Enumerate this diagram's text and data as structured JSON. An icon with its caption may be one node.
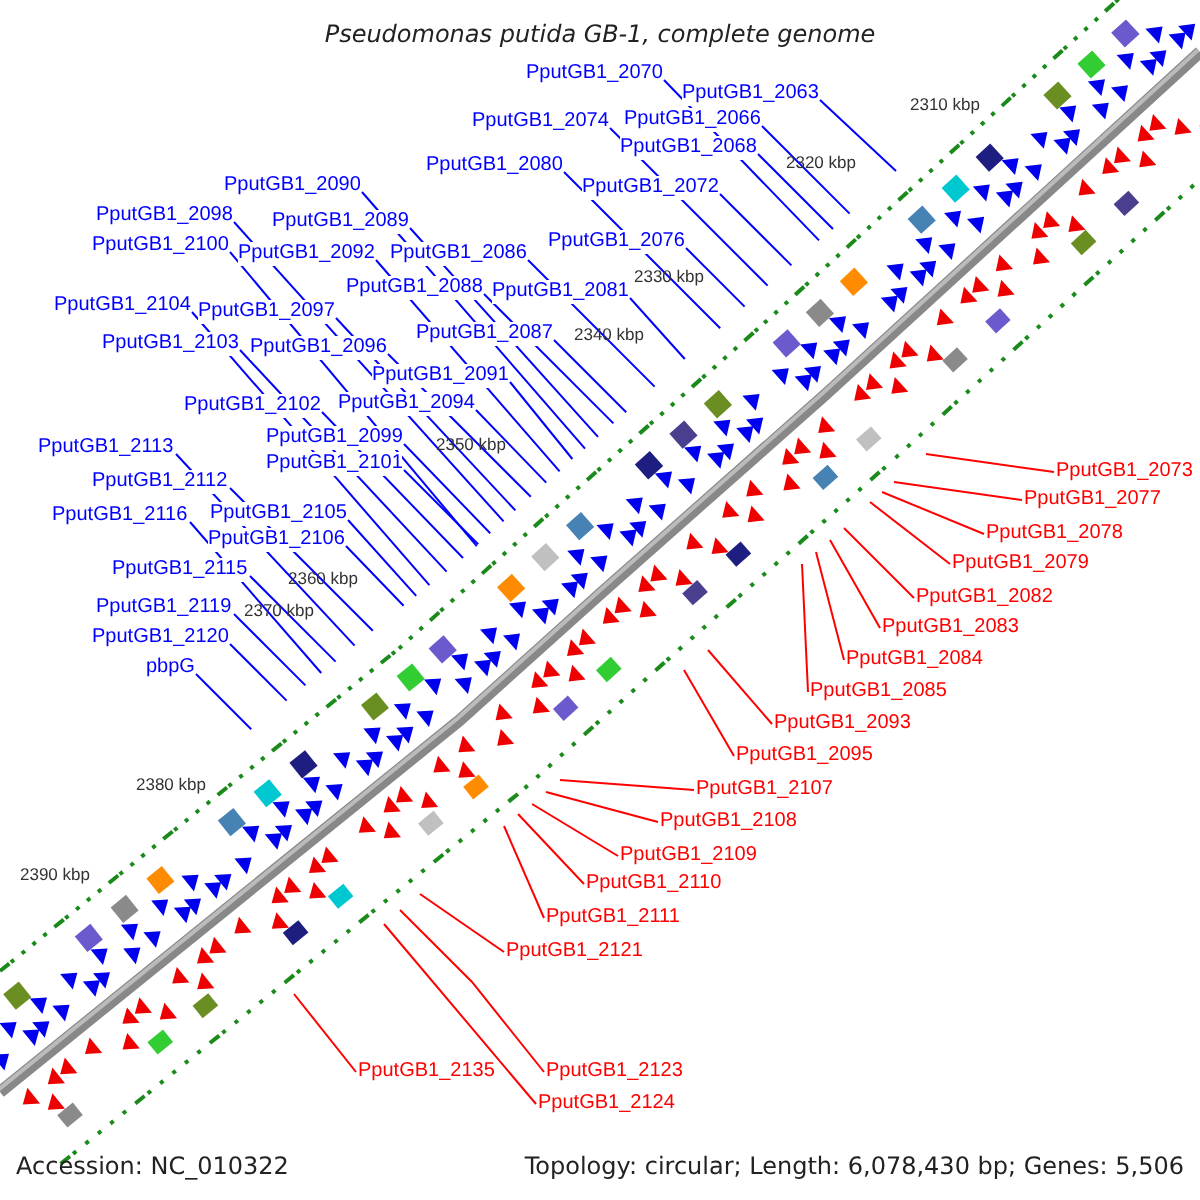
{
  "diagram": {
    "title": "Pseudomonas putida GB-1, complete genome",
    "nodes": [
      {
        "text": [
          "PputGB1_2070"
        ]
      },
      {
        "text": [
          "PputGB1_2063"
        ]
      },
      {
        "text": [
          "PputGB1_2074"
        ]
      },
      {
        "text": [
          "PputGB1_2066"
        ]
      },
      {
        "text": [
          "PputGB1_2068"
        ]
      },
      {
        "text": [
          "PputGB1_2080"
        ]
      },
      {
        "text": [
          "PputGB1_2072"
        ]
      },
      {
        "text": [
          "PputGB1_2090"
        ]
      },
      {
        "text": [
          "PputGB1_2089"
        ]
      },
      {
        "text": [
          "PputGB1_2098"
        ]
      },
      {
        "text": [
          "PputGB1_2100"
        ]
      },
      {
        "text": [
          "PputGB1_2092"
        ]
      },
      {
        "text": [
          "PputGB1_2086"
        ]
      },
      {
        "text": [
          "PputGB1_2076"
        ]
      },
      {
        "text": [
          "PputGB1_2088"
        ]
      },
      {
        "text": [
          "PputGB1_2081"
        ]
      },
      {
        "text": [
          "PputGB1_2104"
        ]
      },
      {
        "text": [
          "PputGB1_2097"
        ]
      },
      {
        "text": [
          "PputGB1_2087"
        ]
      },
      {
        "text": [
          "PputGB1_2103"
        ]
      },
      {
        "text": [
          "PputGB1_2096"
        ]
      },
      {
        "text": [
          "PputGB1_2091"
        ]
      },
      {
        "text": [
          "PputGB1_2102"
        ]
      },
      {
        "text": [
          "PputGB1_2094"
        ]
      },
      {
        "text": [
          "PputGB1_2099"
        ]
      },
      {
        "text": [
          "PputGB1_2101"
        ]
      },
      {
        "text": [
          "PputGB1_2113"
        ]
      },
      {
        "text": [
          "PputGB1_2112"
        ]
      },
      {
        "text": [
          "PputGB1_2116"
        ]
      },
      {
        "text": [
          "PputGB1_2105"
        ]
      },
      {
        "text": [
          "PputGB1_2106"
        ]
      },
      {
        "text": [
          "PputGB1_2115"
        ]
      },
      {
        "text": [
          "PputGB1_2119"
        ]
      },
      {
        "text": [
          "PputGB1_2120"
        ]
      },
      {
        "text": [
          "pbpG"
        ]
      },
      {
        "text": [
          "PputGB1_2073"
        ]
      },
      {
        "text": [
          "PputGB1_2077"
        ]
      },
      {
        "text": [
          "PputGB1_2078"
        ]
      },
      {
        "text": [
          "PputGB1_2079"
        ]
      },
      {
        "text": [
          "PputGB1_2082"
        ]
      },
      {
        "text": [
          "PputGB1_2083"
        ]
      },
      {
        "text": [
          "PputGB1_2084"
        ]
      },
      {
        "text": [
          "PputGB1_2085"
        ]
      },
      {
        "text": [
          "PputGB1_2093"
        ]
      },
      {
        "text": [
          "PputGB1_2095"
        ]
      },
      {
        "text": [
          "PputGB1_2107"
        ]
      },
      {
        "text": [
          "PputGB1_2108"
        ]
      },
      {
        "text": [
          "PputGB1_2109"
        ]
      },
      {
        "text": [
          "PputGB1_2110"
        ]
      },
      {
        "text": [
          "PputGB1_2111"
        ]
      },
      {
        "text": [
          "PputGB1_2121"
        ]
      },
      {
        "text": [
          "PputGB1_2123"
        ]
      },
      {
        "text": [
          "PputGB1_2124"
        ]
      },
      {
        "text": [
          "PputGB1_2135"
        ]
      }
    ],
    "edges": [
      {
        "from": 0,
        "to": null,
        "arrow": "none"
      },
      {
        "from": 1,
        "to": null,
        "arrow": "none"
      },
      {
        "from": 2,
        "to": null,
        "arrow": "none"
      },
      {
        "from": 3,
        "to": null,
        "arrow": "none"
      },
      {
        "from": 4,
        "to": null,
        "arrow": "none"
      },
      {
        "from": 5,
        "to": null,
        "arrow": "none"
      },
      {
        "from": 6,
        "to": null,
        "arrow": "none"
      },
      {
        "from": 7,
        "to": null,
        "arrow": "none"
      },
      {
        "from": 8,
        "to": null,
        "arrow": "none"
      },
      {
        "from": 9,
        "to": null,
        "arrow": "none"
      },
      {
        "from": 10,
        "to": null,
        "arrow": "none"
      },
      {
        "from": 11,
        "to": null,
        "arrow": "none"
      },
      {
        "from": 12,
        "to": null,
        "arrow": "none"
      },
      {
        "from": 13,
        "to": null,
        "arrow": "none"
      },
      {
        "from": 14,
        "to": null,
        "arrow": "none"
      },
      {
        "from": 15,
        "to": null,
        "arrow": "none"
      },
      {
        "from": 16,
        "to": null,
        "arrow": "none"
      },
      {
        "from": 17,
        "to": null,
        "arrow": "none"
      },
      {
        "from": 18,
        "to": null,
        "arrow": "none"
      },
      {
        "from": 19,
        "to": null,
        "arrow": "none"
      },
      {
        "from": 20,
        "to": null,
        "arrow": "none"
      },
      {
        "from": 21,
        "to": null,
        "arrow": "none"
      },
      {
        "from": 22,
        "to": null,
        "arrow": "none"
      },
      {
        "from": 23,
        "to": null,
        "arrow": "none"
      },
      {
        "from": 24,
        "to": null,
        "arrow": "none"
      },
      {
        "from": 25,
        "to": null,
        "arrow": "none"
      },
      {
        "from": 26,
        "to": null,
        "arrow": "none"
      },
      {
        "from": 27,
        "to": null,
        "arrow": "none"
      },
      {
        "from": 28,
        "to": null,
        "arrow": "none"
      },
      {
        "from": 29,
        "to": null,
        "arrow": "none"
      },
      {
        "from": 30,
        "to": null,
        "arrow": "none"
      },
      {
        "from": 31,
        "to": null,
        "arrow": "none"
      },
      {
        "from": 32,
        "to": null,
        "arrow": "none"
      },
      {
        "from": 33,
        "to": null,
        "arrow": "none"
      },
      {
        "from": 34,
        "to": null,
        "arrow": "none"
      },
      {
        "from": 35,
        "to": null,
        "arrow": "none",
        "color": "#ff0000"
      },
      {
        "from": 36,
        "to": null,
        "arrow": "none",
        "color": "#ff0000"
      },
      {
        "from": 37,
        "to": null,
        "arrow": "none",
        "color": "#ff0000"
      },
      {
        "from": 38,
        "to": null,
        "arrow": "none",
        "color": "#ff0000"
      },
      {
        "from": 39,
        "to": null,
        "arrow": "none",
        "color": "#ff0000"
      },
      {
        "from": 40,
        "to": null,
        "arrow": "none",
        "color": "#ff0000"
      },
      {
        "from": 41,
        "to": null,
        "arrow": "none",
        "color": "#ff0000"
      },
      {
        "from": 42,
        "to": null,
        "arrow": "none",
        "color": "#ff0000"
      },
      {
        "from": 43,
        "to": null,
        "arrow": "none",
        "color": "#ff0000"
      },
      {
        "from": 44,
        "to": null,
        "arrow": "none",
        "color": "#ff0000"
      },
      {
        "from": 45,
        "to": null,
        "arrow": "none",
        "color": "#ff0000"
      },
      {
        "from": 46,
        "to": null,
        "arrow": "none",
        "color": "#ff0000"
      },
      {
        "from": 47,
        "to": null,
        "arrow": "none",
        "color": "#ff0000"
      },
      {
        "from": 48,
        "to": null,
        "arrow": "none",
        "color": "#ff0000"
      },
      {
        "from": 49,
        "to": null,
        "arrow": "none",
        "color": "#ff0000"
      },
      {
        "from": 50,
        "to": null,
        "arrow": "none",
        "color": "#ff0000"
      },
      {
        "from": 51,
        "to": null,
        "arrow": "none",
        "color": "#ff0000"
      },
      {
        "from": 52,
        "to": null,
        "arrow": "none",
        "color": "#ff0000"
      },
      {
        "from": 53,
        "to": null,
        "arrow": "none",
        "color": "#ff0000"
      }
    ],
    "labels": [
      "2310 kbp",
      "2320 kbp",
      "2330 kbp",
      "2340 kbp",
      "2350 kbp",
      "2360 kbp",
      "2370 kbp",
      "2380 kbp",
      "2390 kbp",
      "Accession: NC_010322",
      "Topology: circular; Length: 6,078,430 bp; Genes: 5,506"
    ]
  }
}
